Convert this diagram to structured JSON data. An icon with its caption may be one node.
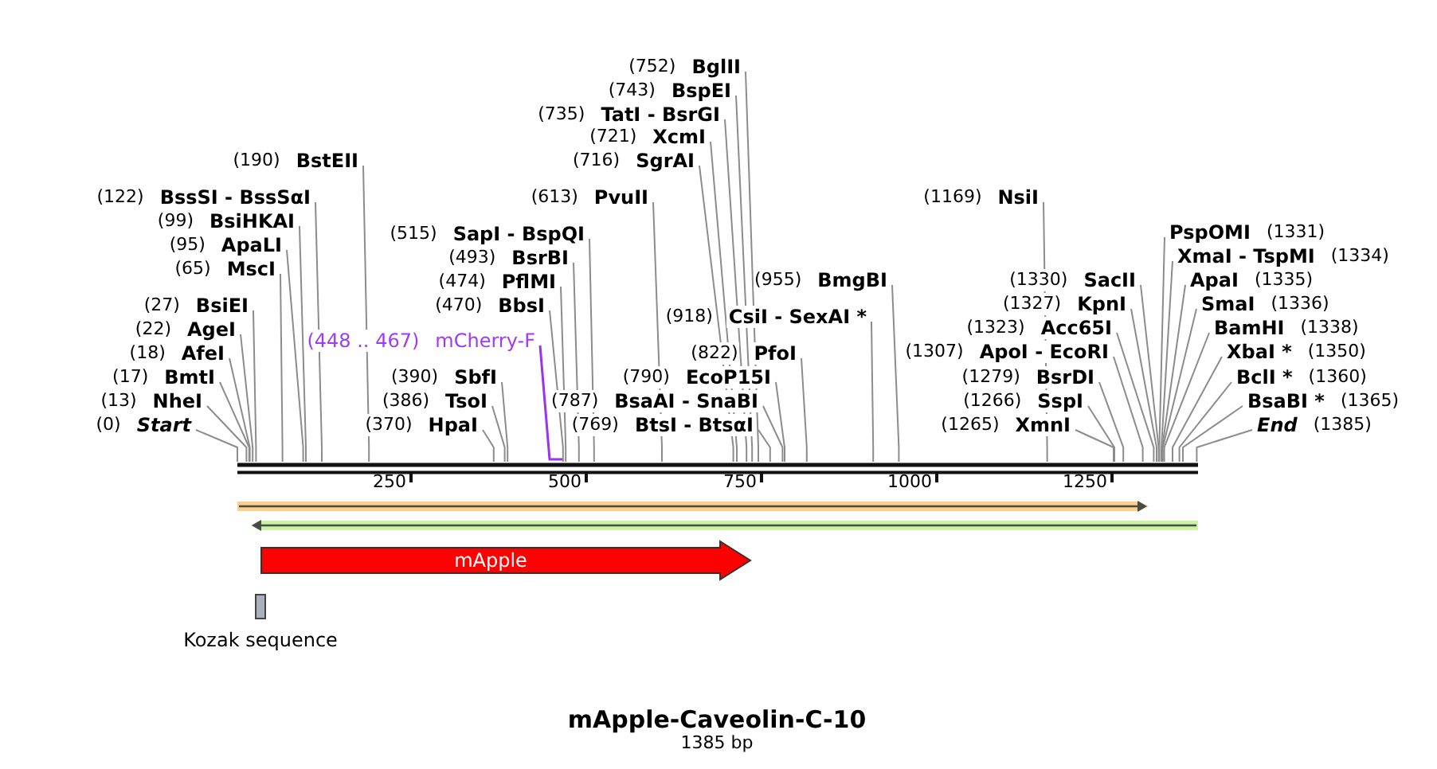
{
  "diagram": {
    "title": "mApple-Caveolin-C-10",
    "caption": "1385 bp",
    "nodes": [
      {
        "text": [
          "(0)",
          "Start"
        ]
      },
      {
        "text": [
          "(13)",
          "NheI"
        ]
      },
      {
        "text": [
          "(17)",
          "BmtI"
        ]
      },
      {
        "text": [
          "(18)",
          "AfeI"
        ]
      },
      {
        "text": [
          "(22)",
          "AgeI"
        ]
      },
      {
        "text": [
          "(27)",
          "BsiEI"
        ]
      },
      {
        "text": [
          "(65)",
          "MscI"
        ]
      },
      {
        "text": [
          "(95)",
          "ApaLI"
        ]
      },
      {
        "text": [
          "(99)",
          "BsiHKAI"
        ]
      },
      {
        "text": [
          "(122)",
          "BssSI - BssSαI"
        ]
      },
      {
        "text": [
          "(190)",
          "BstEII"
        ]
      },
      {
        "text": [
          "(370)",
          "HpaI"
        ]
      },
      {
        "text": [
          "(386)",
          "TsoI"
        ]
      },
      {
        "text": [
          "(390)",
          "SbfI"
        ]
      },
      {
        "text": [
          "(448 .. 467)",
          "mCherry-F"
        ]
      },
      {
        "text": [
          "(470)",
          "BbsI"
        ]
      },
      {
        "text": [
          "(474)",
          "PflMI"
        ]
      },
      {
        "text": [
          "(493)",
          "BsrBI"
        ]
      },
      {
        "text": [
          "(515)",
          "SapI - BspQI"
        ]
      },
      {
        "text": [
          "(613)",
          "PvuII"
        ]
      },
      {
        "text": [
          "(716)",
          "SgrAI"
        ]
      },
      {
        "text": [
          "(721)",
          "XcmI"
        ]
      },
      {
        "text": [
          "(735)",
          "TatI - BsrGI"
        ]
      },
      {
        "text": [
          "(743)",
          "BspEI"
        ]
      },
      {
        "text": [
          "(752)",
          "BglII"
        ]
      },
      {
        "text": [
          "(769)",
          "BtsI - BtsαI"
        ]
      },
      {
        "text": [
          "(787)",
          "BsaAI - SnaBI"
        ]
      },
      {
        "text": [
          "(790)",
          "EcoP15I"
        ]
      },
      {
        "text": [
          "(822)",
          "PfoI"
        ]
      },
      {
        "text": [
          "(918)",
          "CsiI - SexAI *"
        ]
      },
      {
        "text": [
          "(955)",
          "BmgBI"
        ]
      },
      {
        "text": [
          "(1169)",
          "NsiI"
        ]
      },
      {
        "text": [
          "(1265)",
          "XmnI"
        ]
      },
      {
        "text": [
          "(1266)",
          "SspI"
        ]
      },
      {
        "text": [
          "(1279)",
          "BsrDI"
        ]
      },
      {
        "text": [
          "(1307)",
          "ApoI - EcoRI"
        ]
      },
      {
        "text": [
          "(1323)",
          "Acc65I"
        ]
      },
      {
        "text": [
          "(1327)",
          "KpnI"
        ]
      },
      {
        "text": [
          "(1330)",
          "SacII"
        ]
      },
      {
        "text": [
          "PspOMI",
          "(1331)"
        ]
      },
      {
        "text": [
          "XmaI - TspMI",
          "(1334)"
        ]
      },
      {
        "text": [
          "ApaI",
          "(1335)"
        ]
      },
      {
        "text": [
          "SmaI",
          "(1336)"
        ]
      },
      {
        "text": [
          "BamHI",
          "(1338)"
        ]
      },
      {
        "text": [
          "XbaI *",
          "(1350)"
        ]
      },
      {
        "text": [
          "BclI *",
          "(1360)"
        ]
      },
      {
        "text": [
          "BsaBI *",
          "(1365)"
        ]
      },
      {
        "text": [
          "End",
          "(1385)"
        ]
      },
      {
        "text": [],
        "shape": "bar"
      },
      {
        "text": [],
        "shape": "arrow"
      },
      {
        "text": [],
        "shape": "arrow"
      },
      {
        "text": [
          "mApple"
        ]
      },
      {
        "text": [],
        "shape": "box",
        "beside": [
          "Kozak sequence"
        ]
      }
    ],
    "edges": [
      {
        "from": 0,
        "to": 48,
        "arrow": "none"
      },
      {
        "from": 1,
        "to": 48,
        "arrow": "none"
      },
      {
        "from": 2,
        "to": 48,
        "arrow": "none"
      },
      {
        "from": 3,
        "to": 48,
        "arrow": "none"
      },
      {
        "from": 4,
        "to": 48,
        "arrow": "none"
      },
      {
        "from": 5,
        "to": 48,
        "arrow": "none"
      },
      {
        "from": 6,
        "to": 48,
        "arrow": "none"
      },
      {
        "from": 7,
        "to": 48,
        "arrow": "none"
      },
      {
        "from": 8,
        "to": 48,
        "arrow": "none"
      },
      {
        "from": 9,
        "to": 48,
        "arrow": "none"
      },
      {
        "from": 10,
        "to": 48,
        "arrow": "none"
      },
      {
        "from": 11,
        "to": 48,
        "arrow": "none"
      },
      {
        "from": 12,
        "to": 48,
        "arrow": "none"
      },
      {
        "from": 13,
        "to": 48,
        "arrow": "none"
      },
      {
        "from": 14,
        "to": 48,
        "arrow": "none",
        "color": "#9933ee"
      },
      {
        "from": 15,
        "to": 48,
        "arrow": "none"
      },
      {
        "from": 16,
        "to": 48,
        "arrow": "none"
      },
      {
        "from": 17,
        "to": 48,
        "arrow": "none"
      },
      {
        "from": 18,
        "to": 48,
        "arrow": "none"
      },
      {
        "from": 19,
        "to": 48,
        "arrow": "none"
      },
      {
        "from": 20,
        "to": 48,
        "arrow": "none"
      },
      {
        "from": 21,
        "to": 48,
        "arrow": "none"
      },
      {
        "from": 22,
        "to": 48,
        "arrow": "none"
      },
      {
        "from": 23,
        "to": 48,
        "arrow": "none"
      },
      {
        "from": 24,
        "to": 48,
        "arrow": "none"
      },
      {
        "from": 25,
        "to": 48,
        "arrow": "none"
      },
      {
        "from": 26,
        "to": 48,
        "arrow": "none"
      },
      {
        "from": 27,
        "to": 48,
        "arrow": "none"
      },
      {
        "from": 28,
        "to": 48,
        "arrow": "none"
      },
      {
        "from": 29,
        "to": 48,
        "arrow": "none"
      },
      {
        "from": 30,
        "to": 48,
        "arrow": "none"
      },
      {
        "from": 31,
        "to": 48,
        "arrow": "none"
      },
      {
        "from": 32,
        "to": 48,
        "arrow": "none"
      },
      {
        "from": 33,
        "to": 48,
        "arrow": "none"
      },
      {
        "from": 34,
        "to": 48,
        "arrow": "none"
      },
      {
        "from": 35,
        "to": 48,
        "arrow": "none"
      },
      {
        "from": 36,
        "to": 48,
        "arrow": "none"
      },
      {
        "from": 37,
        "to": 48,
        "arrow": "none"
      },
      {
        "from": 38,
        "to": 48,
        "arrow": "none"
      },
      {
        "from": 39,
        "to": 48,
        "arrow": "none"
      },
      {
        "from": 40,
        "to": 48,
        "arrow": "none"
      },
      {
        "from": 41,
        "to": 48,
        "arrow": "none"
      },
      {
        "from": 42,
        "to": 48,
        "arrow": "none"
      },
      {
        "from": 43,
        "to": 48,
        "arrow": "none"
      },
      {
        "from": 44,
        "to": 48,
        "arrow": "none"
      },
      {
        "from": 45,
        "to": 48,
        "arrow": "none"
      },
      {
        "from": 46,
        "to": 48,
        "arrow": "none"
      },
      {
        "from": 47,
        "to": 48,
        "arrow": "none"
      }
    ],
    "labels": [
      "250",
      "500",
      "750",
      "1000",
      "1250"
    ]
  }
}
